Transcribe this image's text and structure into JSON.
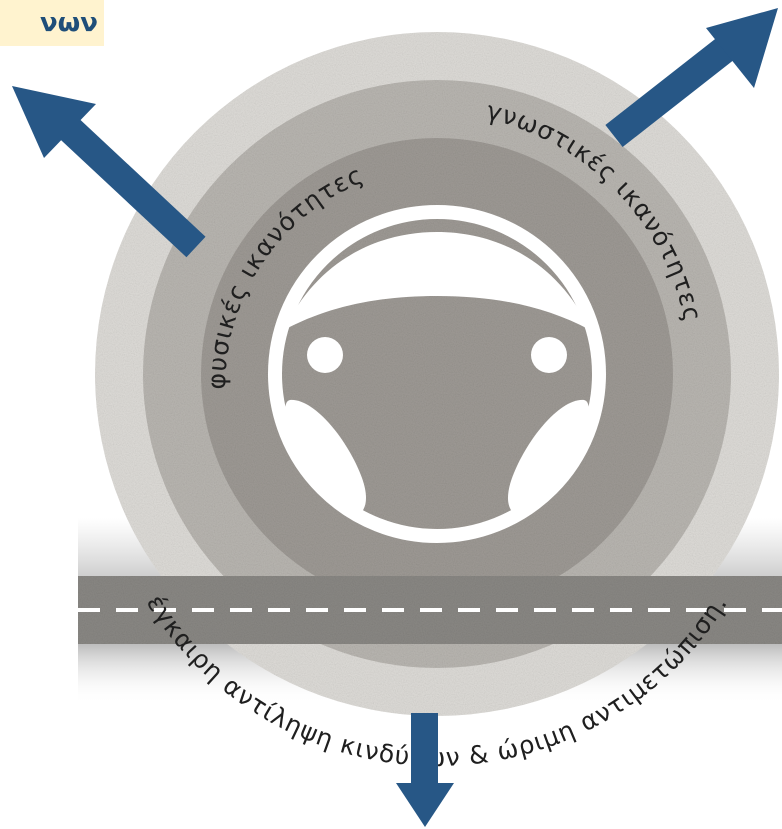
{
  "top_label": "νων",
  "rings": {
    "outer": "έγκαιρη αντίληψη κινδύνων & ώριμη αντιμετώπιση.",
    "middle": "γνωστικές ικανότητες",
    "inner": "φυσικές ικανότητες"
  },
  "icons": [
    "steering-wheel-icon",
    "arrow-up-left-icon",
    "arrow-up-right-icon",
    "arrow-down-icon"
  ],
  "colors": {
    "arrow": "#275786",
    "outer_ring": "#dedcd8",
    "middle_ring": "#b9b6b1",
    "inner_ring": "#9e9a95",
    "label_bg": "#fff3cf",
    "label_text": "#1f4e79",
    "road": "#8a8884"
  }
}
